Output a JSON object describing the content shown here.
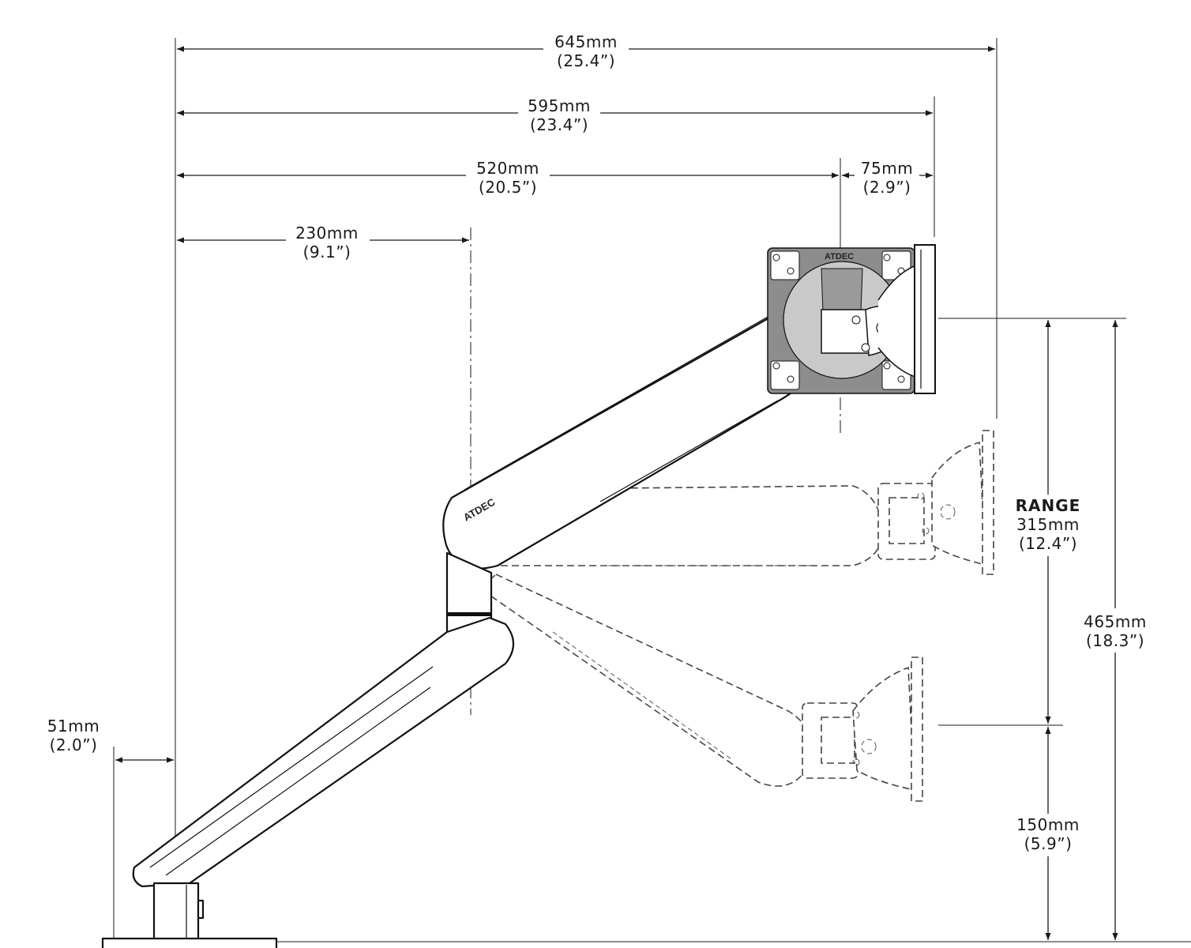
{
  "dimensions": {
    "overall_reach": {
      "mm": "645mm",
      "in": "(25.4”)"
    },
    "reach_to_head_face": {
      "mm": "595mm",
      "in": "(23.4”)"
    },
    "reach_to_pivot": {
      "mm": "520mm",
      "in": "(20.5”)"
    },
    "head_depth": {
      "mm": "75mm",
      "in": "(2.9”)"
    },
    "lower_arm_reach": {
      "mm": "230mm",
      "in": "(9.1”)"
    },
    "base_offset": {
      "mm": "51mm",
      "in": "(2.0”)"
    },
    "range": {
      "label": "RANGE",
      "mm": "315mm",
      "in": "(12.4”)"
    },
    "max_height": {
      "mm": "465mm",
      "in": "(18.3”)"
    },
    "min_height": {
      "mm": "150mm",
      "in": "(5.9”)"
    }
  },
  "brand": {
    "plate_logo": "ATDEC",
    "arm_logo": "ATDEC"
  }
}
